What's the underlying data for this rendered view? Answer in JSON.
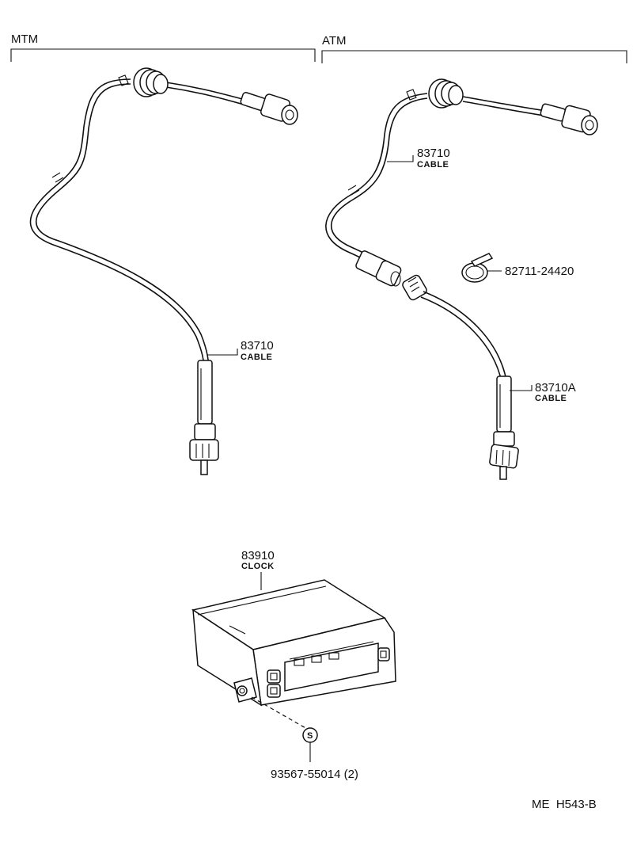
{
  "headers": {
    "left": "MTM",
    "right": "ATM"
  },
  "parts": {
    "mtm_cable": {
      "number": "83710",
      "name": "CABLE"
    },
    "atm_cable_upper": {
      "number": "83710",
      "name": "CABLE"
    },
    "atm_clamp": {
      "number": "82711-24420"
    },
    "atm_cable_lower": {
      "number": "83710A",
      "name": "CABLE"
    },
    "clock": {
      "number": "83910",
      "name": "CLOCK"
    },
    "screw": {
      "number": "93567-55014 (2)",
      "symbol": "S"
    }
  },
  "footer": {
    "code": "ME  H543-B"
  }
}
